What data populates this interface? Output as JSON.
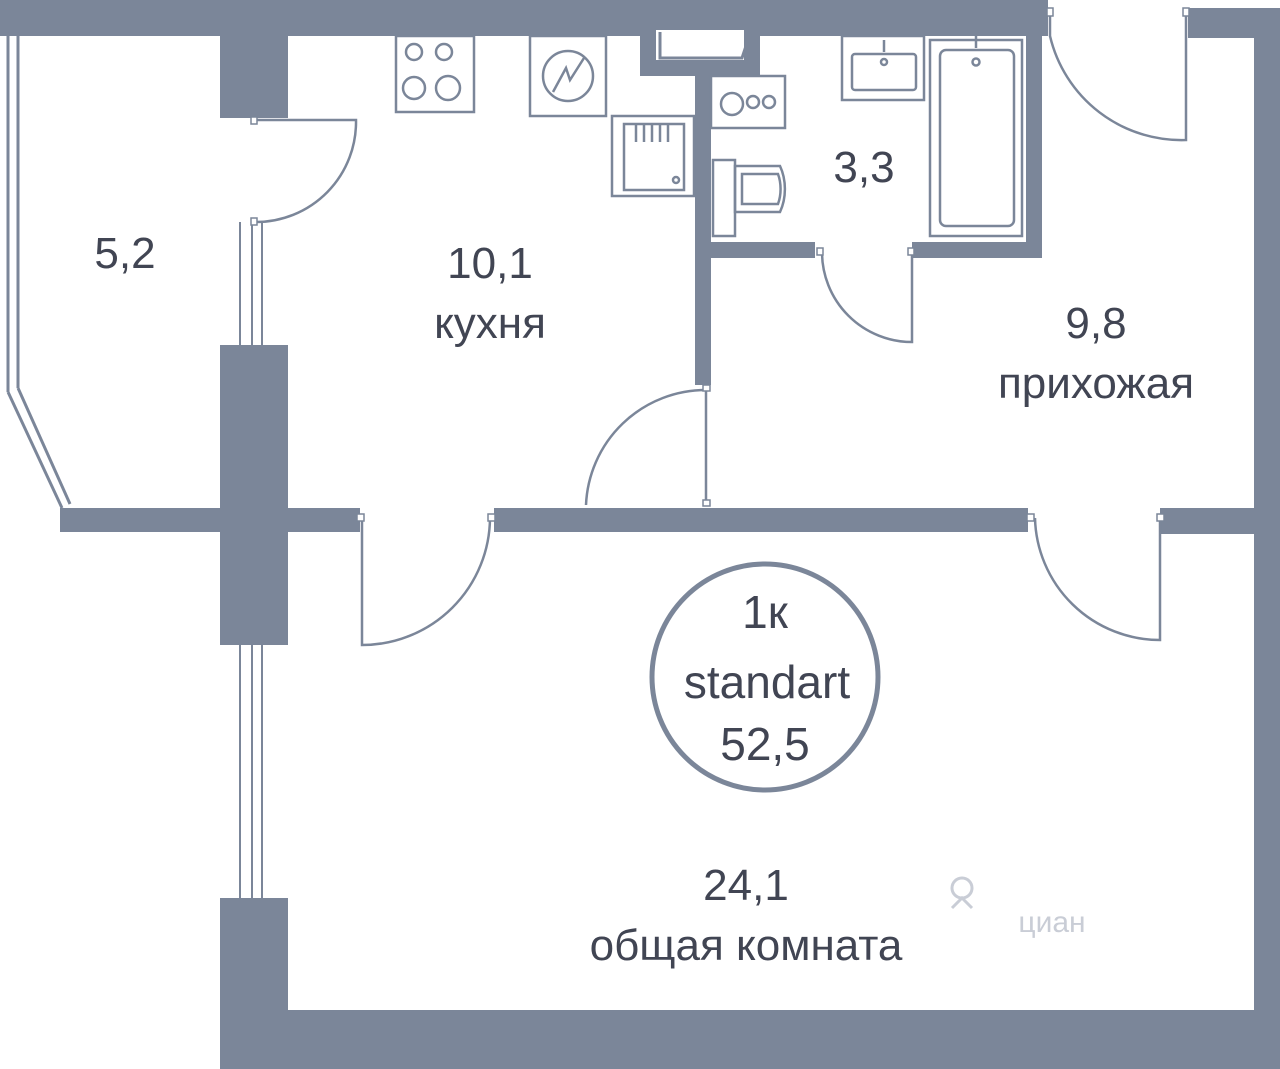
{
  "colors": {
    "wall": "#7b8699",
    "fixture_line": "#7b8699",
    "text": "#414553",
    "badge_ring": "#7b8699"
  },
  "rooms": {
    "loggia": {
      "area": "5,2"
    },
    "kitchen": {
      "area": "10,1",
      "name": "кухня"
    },
    "bathroom": {
      "area": "3,3"
    },
    "hallway": {
      "area": "9,8",
      "name": "прихожая"
    },
    "living": {
      "area": "24,1",
      "name": "общая комната"
    }
  },
  "badge": {
    "rooms": "1к",
    "series": "standart",
    "total_area": "52,5"
  },
  "watermark": {
    "text": "циан",
    "icon": "cian-logo-icon"
  },
  "icons": {
    "stove": "stove-icon",
    "washer": "washing-machine-icon",
    "kitchen_sink": "kitchen-sink-icon",
    "boiler": "boiler-icon",
    "toilet": "toilet-icon",
    "bath_sink": "bathroom-sink-icon",
    "bathtub": "bathtub-icon"
  }
}
